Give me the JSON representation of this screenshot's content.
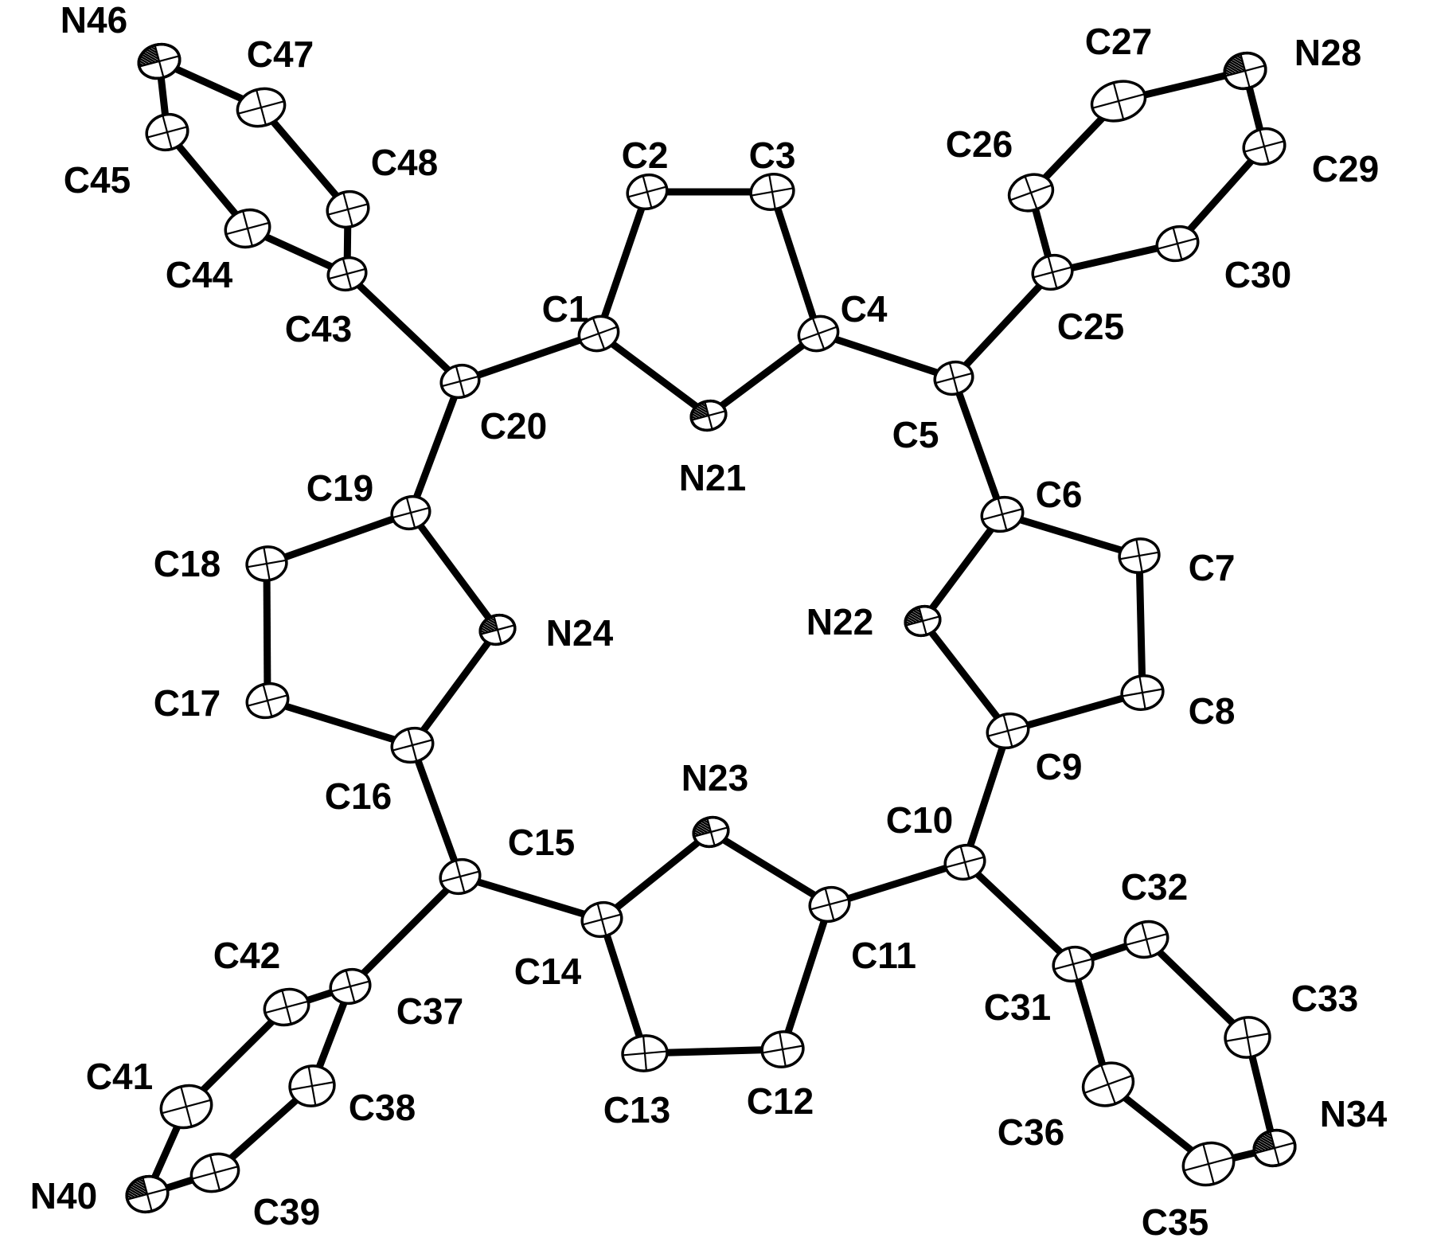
{
  "colors": {
    "bond": "#000000",
    "atom_fill": "#ffffff",
    "background": "#ffffff"
  },
  "atoms": [
    {
      "id": "C1",
      "element": "C"
    },
    {
      "id": "C2",
      "element": "C"
    },
    {
      "id": "C3",
      "element": "C"
    },
    {
      "id": "C4",
      "element": "C"
    },
    {
      "id": "C5",
      "element": "C"
    },
    {
      "id": "C6",
      "element": "C"
    },
    {
      "id": "C7",
      "element": "C"
    },
    {
      "id": "C8",
      "element": "C"
    },
    {
      "id": "C9",
      "element": "C"
    },
    {
      "id": "C10",
      "element": "C"
    },
    {
      "id": "C11",
      "element": "C"
    },
    {
      "id": "C12",
      "element": "C"
    },
    {
      "id": "C13",
      "element": "C"
    },
    {
      "id": "C14",
      "element": "C"
    },
    {
      "id": "C15",
      "element": "C"
    },
    {
      "id": "C16",
      "element": "C"
    },
    {
      "id": "C17",
      "element": "C"
    },
    {
      "id": "C18",
      "element": "C"
    },
    {
      "id": "C19",
      "element": "C"
    },
    {
      "id": "C20",
      "element": "C"
    },
    {
      "id": "N21",
      "element": "N"
    },
    {
      "id": "N22",
      "element": "N"
    },
    {
      "id": "N23",
      "element": "N"
    },
    {
      "id": "N24",
      "element": "N"
    },
    {
      "id": "C25",
      "element": "C"
    },
    {
      "id": "C26",
      "element": "C"
    },
    {
      "id": "C27",
      "element": "C"
    },
    {
      "id": "N28",
      "element": "N"
    },
    {
      "id": "C29",
      "element": "C"
    },
    {
      "id": "C30",
      "element": "C"
    },
    {
      "id": "C31",
      "element": "C"
    },
    {
      "id": "C32",
      "element": "C"
    },
    {
      "id": "C33",
      "element": "C"
    },
    {
      "id": "N34",
      "element": "N"
    },
    {
      "id": "C35",
      "element": "C"
    },
    {
      "id": "C36",
      "element": "C"
    },
    {
      "id": "C37",
      "element": "C"
    },
    {
      "id": "C38",
      "element": "C"
    },
    {
      "id": "C39",
      "element": "C"
    },
    {
      "id": "N40",
      "element": "N"
    },
    {
      "id": "C41",
      "element": "C"
    },
    {
      "id": "C42",
      "element": "C"
    },
    {
      "id": "C43",
      "element": "C"
    },
    {
      "id": "C44",
      "element": "C"
    },
    {
      "id": "C45",
      "element": "C"
    },
    {
      "id": "N46",
      "element": "N"
    },
    {
      "id": "C47",
      "element": "C"
    },
    {
      "id": "C48",
      "element": "C"
    }
  ],
  "bonds": [
    [
      "C1",
      "C2"
    ],
    [
      "C2",
      "C3"
    ],
    [
      "C3",
      "C4"
    ],
    [
      "C4",
      "N21"
    ],
    [
      "N21",
      "C1"
    ],
    [
      "C1",
      "C20"
    ],
    [
      "C4",
      "C5"
    ],
    [
      "C5",
      "C6"
    ],
    [
      "C6",
      "C7"
    ],
    [
      "C7",
      "C8"
    ],
    [
      "C8",
      "C9"
    ],
    [
      "C9",
      "N22"
    ],
    [
      "N22",
      "C6"
    ],
    [
      "C9",
      "C10"
    ],
    [
      "C10",
      "C11"
    ],
    [
      "C11",
      "C12"
    ],
    [
      "C12",
      "C13"
    ],
    [
      "C13",
      "C14"
    ],
    [
      "C14",
      "N23"
    ],
    [
      "N23",
      "C11"
    ],
    [
      "C14",
      "C15"
    ],
    [
      "C15",
      "C16"
    ],
    [
      "C16",
      "C17"
    ],
    [
      "C17",
      "C18"
    ],
    [
      "C18",
      "C19"
    ],
    [
      "C19",
      "N24"
    ],
    [
      "N24",
      "C16"
    ],
    [
      "C19",
      "C20"
    ],
    [
      "C5",
      "C25"
    ],
    [
      "C25",
      "C26"
    ],
    [
      "C26",
      "C27"
    ],
    [
      "C27",
      "N28"
    ],
    [
      "N28",
      "C29"
    ],
    [
      "C29",
      "C30"
    ],
    [
      "C30",
      "C25"
    ],
    [
      "C10",
      "C31"
    ],
    [
      "C31",
      "C32"
    ],
    [
      "C32",
      "C33"
    ],
    [
      "C33",
      "N34"
    ],
    [
      "N34",
      "C35"
    ],
    [
      "C35",
      "C36"
    ],
    [
      "C36",
      "C31"
    ],
    [
      "C15",
      "C37"
    ],
    [
      "C37",
      "C38"
    ],
    [
      "C38",
      "C39"
    ],
    [
      "C39",
      "N40"
    ],
    [
      "N40",
      "C41"
    ],
    [
      "C41",
      "C42"
    ],
    [
      "C42",
      "C37"
    ],
    [
      "C20",
      "C43"
    ],
    [
      "C43",
      "C44"
    ],
    [
      "C44",
      "C45"
    ],
    [
      "C45",
      "N46"
    ],
    [
      "N46",
      "C47"
    ],
    [
      "C47",
      "C48"
    ],
    [
      "C48",
      "C43"
    ]
  ]
}
